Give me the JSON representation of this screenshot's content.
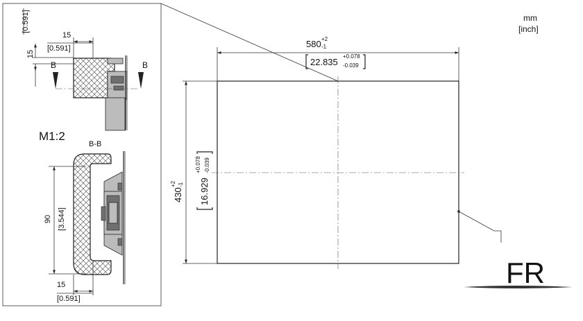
{
  "units": {
    "primary": "mm",
    "secondary": "[inch]"
  },
  "front_view": {
    "width": {
      "nominal": "580",
      "tol_upper": "+2",
      "tol_lower": "-1",
      "inch_nominal": "22.835",
      "inch_tol_upper": "+0.078",
      "inch_tol_lower": "-0.039"
    },
    "height": {
      "nominal": "430",
      "tol_upper": "+2",
      "tol_lower": "-1",
      "inch_nominal": "16.929",
      "inch_tol_upper": "+0.078",
      "inch_tol_lower": "-0.039"
    }
  },
  "detail": {
    "scale": "M1:2",
    "top_vertical": {
      "mm": "15",
      "inch": "[0.591]"
    },
    "top_horizontal": {
      "mm": "15",
      "inch": "[0.591]"
    },
    "section_marker": "B",
    "section_title": "B-B",
    "section_height": {
      "mm": "90",
      "inch": "[3.544]"
    },
    "bottom_horizontal": {
      "mm": "15",
      "inch": "[0.591]"
    }
  },
  "logo": {
    "letters": "FR"
  }
}
